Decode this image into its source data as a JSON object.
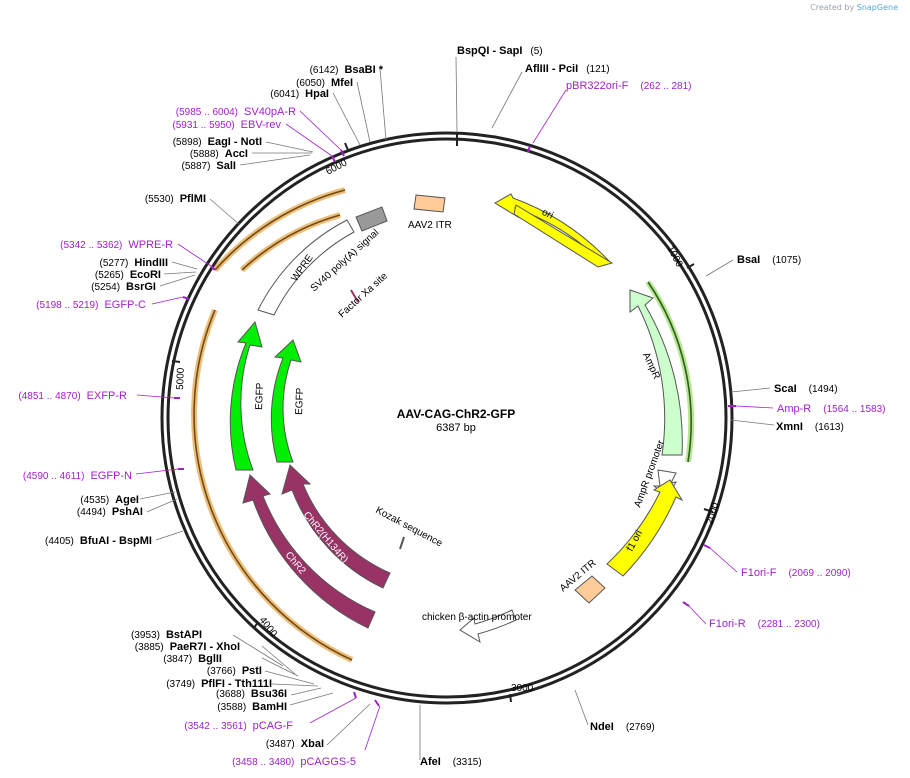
{
  "credit": {
    "prefix": "Created by",
    "brand": "SnapGene"
  },
  "plasmid": {
    "name": "AAV-CAG-ChR2-GFP",
    "size": "6387 bp"
  },
  "ticks": [
    "1000",
    "2000",
    "3000",
    "4000",
    "5000",
    "6000"
  ],
  "enzymes": [
    {
      "name": "BspQI - SapI",
      "pos": "(5)"
    },
    {
      "name": "AflIII - PciI",
      "pos": "(121)"
    },
    {
      "name": "BsaI",
      "pos": "(1075)"
    },
    {
      "name": "ScaI",
      "pos": "(1494)"
    },
    {
      "name": "XmnI",
      "pos": "(1613)"
    },
    {
      "name": "NdeI",
      "pos": "(2769)"
    },
    {
      "name": "AfeI",
      "pos": "(3315)"
    },
    {
      "name": "XbaI",
      "pos": "(3487)"
    },
    {
      "name": "BamHI",
      "pos": "(3588)"
    },
    {
      "name": "Bsu36I",
      "pos": "(3688)"
    },
    {
      "name": "PflFI - Tth111I",
      "pos": "(3749)"
    },
    {
      "name": "PstI",
      "pos": "(3766)"
    },
    {
      "name": "BglII",
      "pos": "(3847)"
    },
    {
      "name": "PaeR7I - XhoI",
      "pos": "(3885)"
    },
    {
      "name": "BstAPI",
      "pos": "(3953)"
    },
    {
      "name": "BfuAI - BspMI",
      "pos": "(4405)"
    },
    {
      "name": "PshAI",
      "pos": "(4494)"
    },
    {
      "name": "AgeI",
      "pos": "(4535)"
    },
    {
      "name": "BsrGI",
      "pos": "(5254)"
    },
    {
      "name": "EcoRI",
      "pos": "(5265)"
    },
    {
      "name": "HindIII",
      "pos": "(5277)"
    },
    {
      "name": "PflMI",
      "pos": "(5530)"
    },
    {
      "name": "SalI",
      "pos": "(5887)"
    },
    {
      "name": "AccI",
      "pos": "(5888)"
    },
    {
      "name": "EagI - NotI",
      "pos": "(5898)"
    },
    {
      "name": "HpaI",
      "pos": "(6041)"
    },
    {
      "name": "MfeI",
      "pos": "(6050)"
    },
    {
      "name": "BsaBI *",
      "pos": "(6142)"
    }
  ],
  "primers": [
    {
      "name": "pBR322ori-F",
      "range": "(262 .. 281)"
    },
    {
      "name": "Amp-R",
      "range": "(1564 .. 1583)"
    },
    {
      "name": "F1ori-F",
      "range": "(2069 .. 2090)"
    },
    {
      "name": "F1ori-R",
      "range": "(2281 .. 2300)"
    },
    {
      "name": "pCAGGS-5",
      "range": "(3458 .. 3480)"
    },
    {
      "name": "pCAG-F",
      "range": "(3542 .. 3561)"
    },
    {
      "name": "EGFP-N",
      "range": "(4590 .. 4611)"
    },
    {
      "name": "EXFP-R",
      "range": "(4851 .. 4870)"
    },
    {
      "name": "EGFP-C",
      "range": "(5198 .. 5219)"
    },
    {
      "name": "WPRE-R",
      "range": "(5342 .. 5362)"
    },
    {
      "name": "EBV-rev",
      "range": "(5931 .. 5950)"
    },
    {
      "name": "SV40pA-R",
      "range": "(5985 .. 6004)"
    }
  ],
  "features": {
    "ori": "ori",
    "ampr": "AmpR",
    "ampr_promoter": "AmpR promoter",
    "f1_ori": "f1 ori",
    "aav2_itr_right": "AAV2 ITR",
    "aav2_itr_top": "AAV2 ITR",
    "cba_promoter": "chicken β-actin promoter",
    "kozak": "Kozak sequence",
    "chr2_h134r": "ChR2(H134R)",
    "chr2": "ChR2",
    "egfp_inner": "EGFP",
    "egfp_outer": "EGFP",
    "wpre": "WPRE",
    "sv40_polya": "SV40 poly(A) signal",
    "factor_xa": "Factor Xa site"
  },
  "colors": {
    "ori": "#ffff00",
    "ampr": "#ccffcc",
    "ampr_promoter": "#ffffff",
    "f1_ori": "#ffff00",
    "aav2_itr": "#ffcc99",
    "chr2": "#993366",
    "egfp": "#00ee00",
    "wpre": "#ffffff",
    "sv40": "#999999",
    "orf": "#e8a33c",
    "primer": "#a020c8"
  }
}
